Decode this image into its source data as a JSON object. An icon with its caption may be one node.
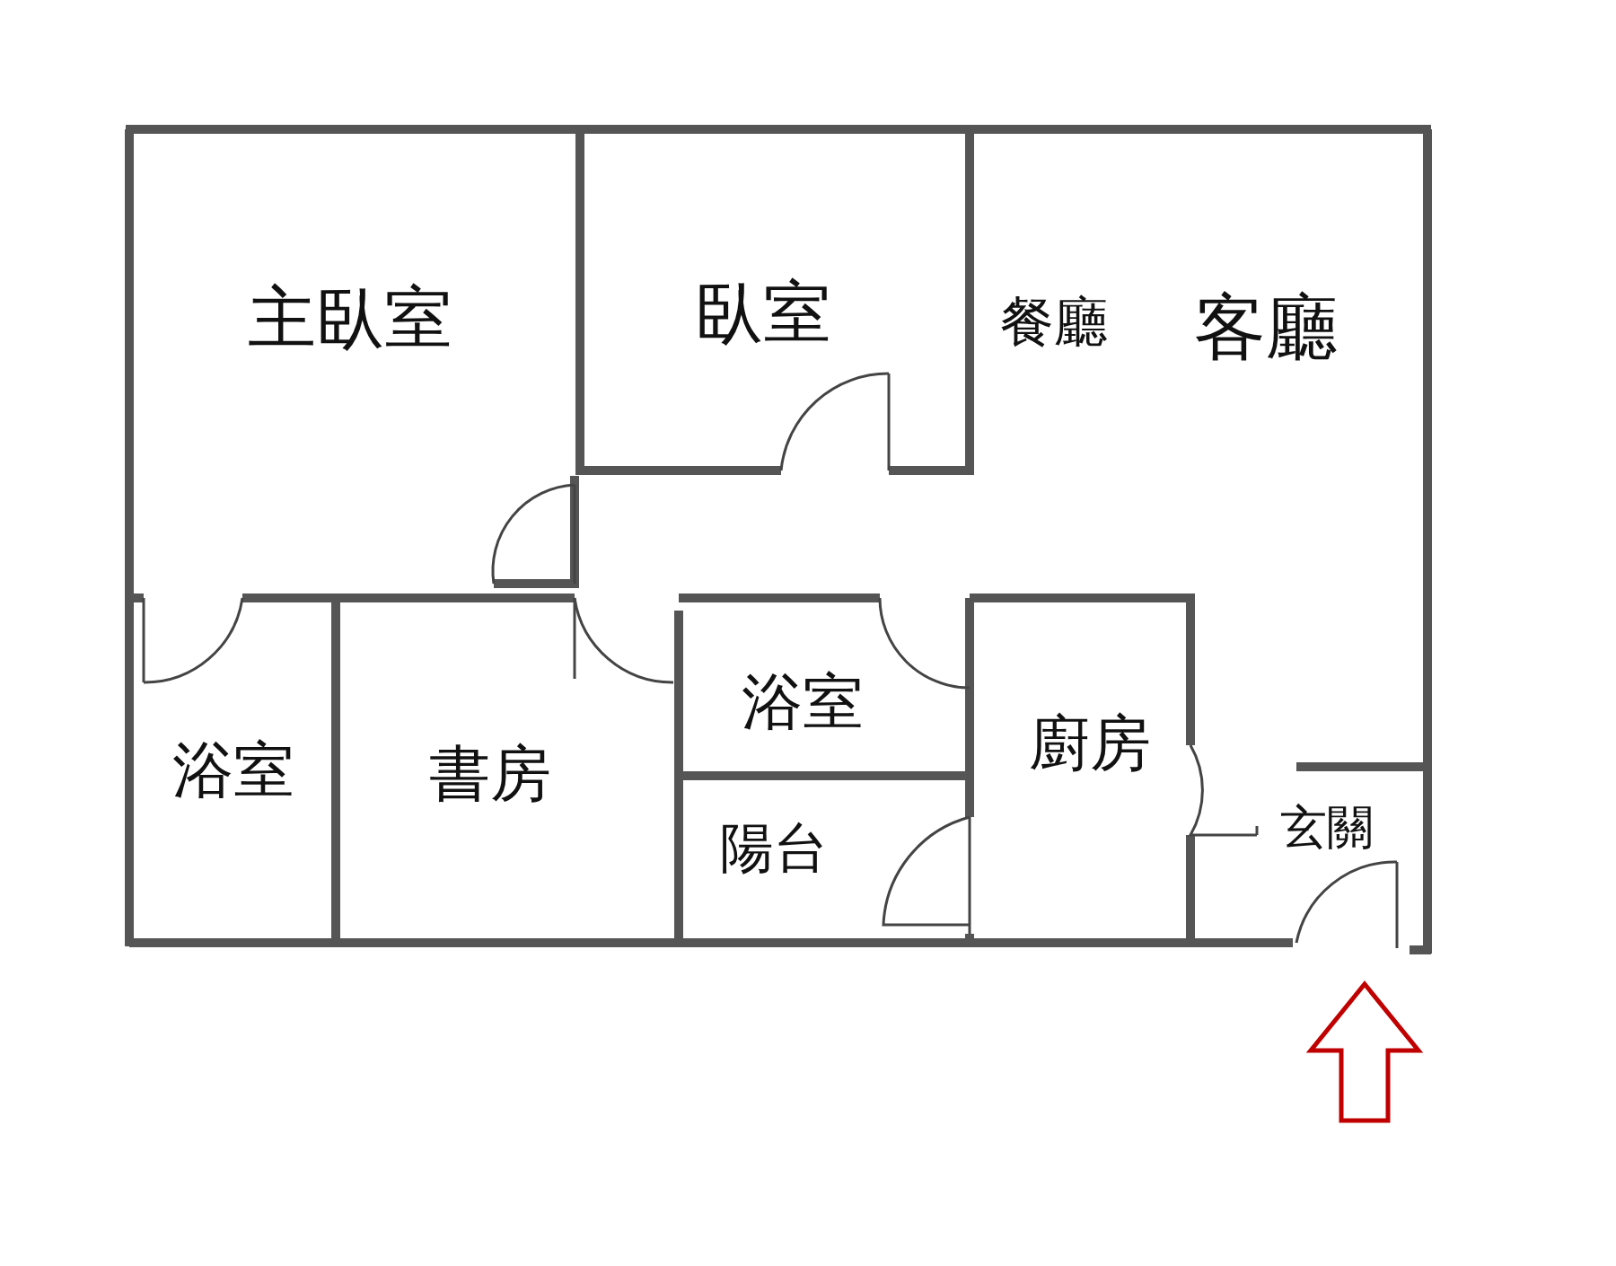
{
  "diagram": {
    "labels": [
      "主臥室",
      "臥室",
      "餐廳",
      "客廳",
      "浴室",
      "廚房",
      "浴室",
      "書房",
      "陽台",
      "玄關"
    ]
  }
}
